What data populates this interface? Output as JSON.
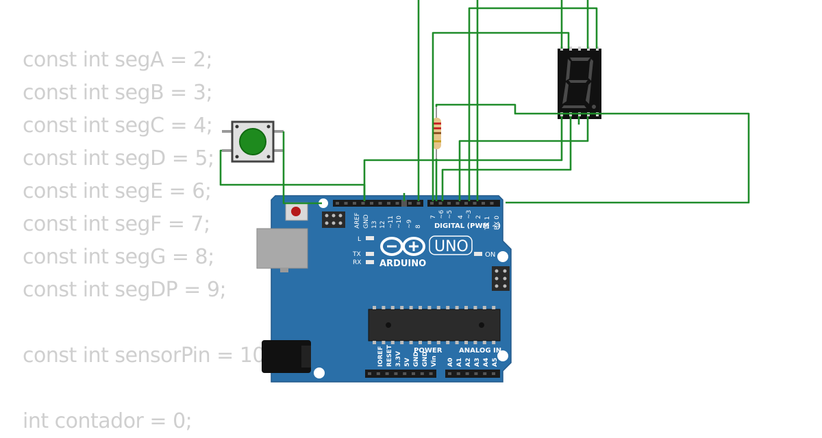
{
  "code": {
    "line_1": "const int segA = 2;",
    "line_2": "const int segB = 3;",
    "line_3": "const int segC = 4;",
    "line_4": "const int segD = 5;",
    "line_5": "const int segE = 6;",
    "line_6": "const int segF = 7;",
    "line_7": "const int segG = 8;",
    "line_8": "const int segDP = 9;",
    "line_9": "const int sensorPin = 10;",
    "line_10": "int contador = 0;"
  },
  "board": {
    "model": "UNO",
    "brand": "ARDUINO",
    "color": "#2a6fa8",
    "led_l": "L",
    "led_tx": "TX",
    "led_rx": "RX",
    "led_on": "ON",
    "digital_label": "DIGITAL (PWM ~)",
    "power_label": "POWER",
    "analog_label": "ANALOG IN",
    "aref": "AREF",
    "gnd": "GND",
    "p13": "13",
    "p12": "12",
    "p11": "~11",
    "p10": "~10",
    "p9": "~9",
    "p8": "8",
    "p7": "7",
    "p6": "~6",
    "p5": "~5",
    "p4": "4",
    "p3": "~3",
    "p2": "2",
    "tx1": "TX 1",
    "rx0": "RX 0",
    "ioref": "IOREF",
    "reset": "RESET",
    "v33": "3.3V",
    "v5": "5V",
    "gnd1": "GND",
    "gnd2": "GND",
    "vin": "Vin",
    "a0": "A0",
    "a1": "A1",
    "a2": "A2",
    "a3": "A3",
    "a4": "A4",
    "a5": "A5"
  },
  "colors": {
    "wire": "#1f8c2a",
    "button_cap": "#1e8a1e",
    "display_body": "#111111",
    "code_text": "#cfcfcf"
  }
}
